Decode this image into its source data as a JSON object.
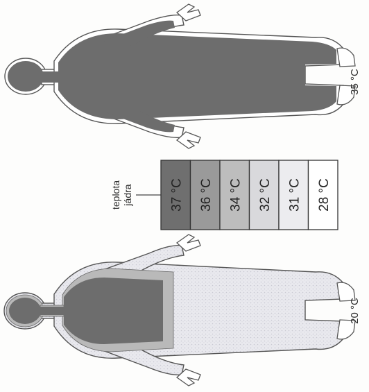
{
  "core_label": {
    "line1": "teplota",
    "line2": "jádra"
  },
  "figures": [
    {
      "ambient_label": "35 °C"
    },
    {
      "ambient_label": "20 °C"
    }
  ],
  "scale": [
    {
      "label": "37 °C",
      "color": "#6f6f6f"
    },
    {
      "label": "36 °C",
      "color": "#9a9a9a"
    },
    {
      "label": "34 °C",
      "color": "#bdbdbd"
    },
    {
      "label": "32 °C",
      "color": "#d9d9dc"
    },
    {
      "label": "31 °C",
      "color": "#ececef"
    },
    {
      "label": "28 °C",
      "color": "#ffffff"
    }
  ]
}
